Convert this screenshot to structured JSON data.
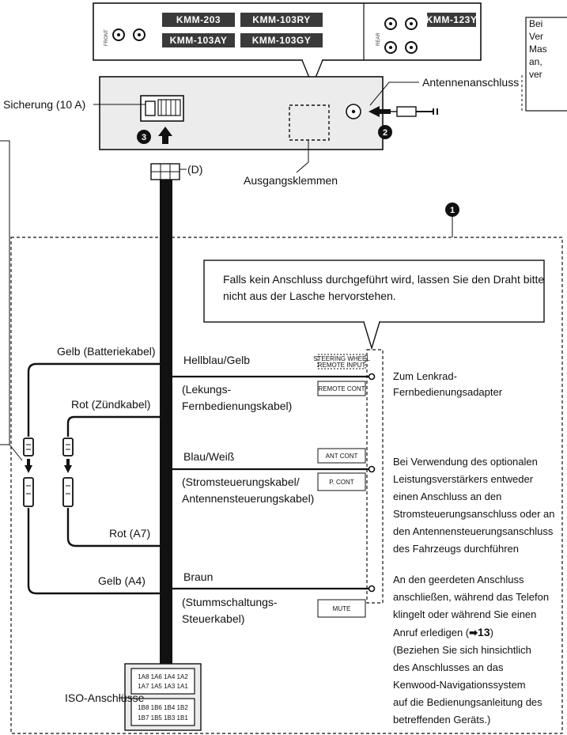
{
  "models_top": {
    "group1": [
      "KMM-203",
      "KMM-103RY",
      "KMM-103AY",
      "KMM-103GY"
    ],
    "group2": [
      "KMM-123Y"
    ]
  },
  "top_note_lines": [
    "Bei",
    "Ver",
    "Mas",
    "an,",
    "ver"
  ],
  "labels": {
    "fuse": "Sicherung (10 A)",
    "antenna": "Antennenanschluss",
    "output": "Ausgangsklemmen",
    "connector_d": "(D)",
    "iso": "ISO-Anschlüsse"
  },
  "badges": {
    "b1": "1",
    "b2": "2",
    "b3": "3"
  },
  "callout_lines": [
    "Falls kein Anschluss durchgeführt wird, lassen Sie den Draht bitte",
    "nicht aus der Lasche hervorstehen."
  ],
  "left_wires": {
    "yellow_batt": "Gelb (Batteriekabel)",
    "red_ign": "Rot (Zündkabel)",
    "red_a7": "Rot (A7)",
    "yellow_a4": "Gelb (A4)"
  },
  "wires": {
    "lightblue": "Hellblau/Gelb",
    "steering": [
      "(Lekungs-",
      "Fernbedienungskabel)"
    ],
    "bluewhite": "Blau/Weiß",
    "power": [
      "(Stromsteuerungskabel/",
      "Antennensteuerungskabel)"
    ],
    "brown": "Braun",
    "mute": [
      "(Stummschaltungs-",
      "Steuerkabel)"
    ]
  },
  "connectors": {
    "steering_wheel": [
      "STEERING WHEEL",
      "REMOTE INPUT"
    ],
    "remote_cont": "REMOTE CONT",
    "ant_cont": "ANT CONT",
    "p_cont": "P. CONT",
    "mute": "MUTE"
  },
  "right_notes": {
    "steering": [
      "Zum Lenkrad-",
      "Fernbedienungsadapter"
    ],
    "amp": [
      "Bei Verwendung des optionalen",
      "Leistungsverstärkers entweder",
      "einen Anschluss an den",
      "Stromsteuerungsanschluss oder an",
      "den Antennensteuerungsanschluss",
      "des Fahrzeugs durchführen"
    ],
    "mute": [
      "An den geerdeten Anschluss",
      "anschließen, während das Telefon",
      "klingelt oder während Sie einen",
      "Anruf erledigen (",
      "(Beziehen Sie sich hinsichtlich",
      "des Anschlusses an das",
      "Kenwood-Navigationssystem",
      "auf die Bedienungsanleitung des",
      "betreffenden Geräts.)"
    ],
    "mute_ref_num": "13",
    "mute_ref_close": ")"
  },
  "iso_pins": {
    "row1": "1A8 1A6 1A4 1A2",
    "row2": "1A7 1A5 1A3 1A1",
    "row3": "1B8 1B6 1B4 1B2",
    "row4": "1B7 1B5 1B3 1B1"
  },
  "colors": {
    "ink": "#111111",
    "badge": "#111111",
    "model_bg": "#3a3a3a",
    "unit_fill": "#ececec"
  }
}
